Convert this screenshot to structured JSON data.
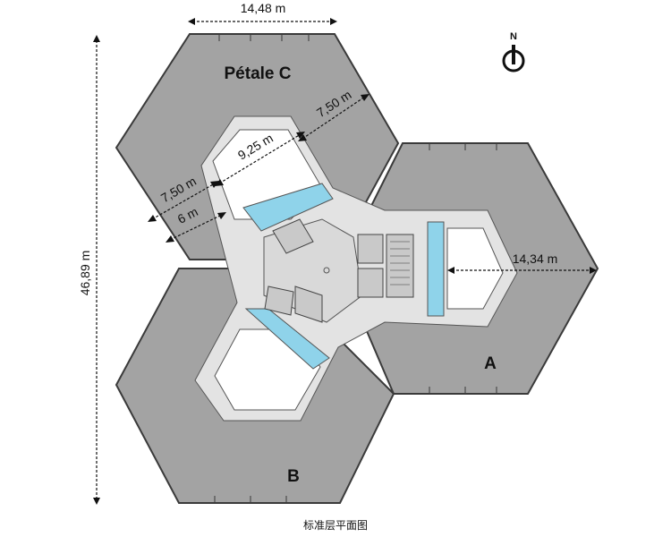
{
  "dimensions": {
    "width_top": "14,48 m",
    "height_left": "46,89 m",
    "petal_a_width": "14,34 m",
    "depth_outer": "7,50 m",
    "core_span": "9,25 m",
    "depth_inner": "7,50 m",
    "depth_core": "6 m"
  },
  "labels": {
    "petal_c": "Pétale C",
    "petal_a": "A",
    "petal_b": "B",
    "north": "N"
  },
  "caption": "标准层平面图",
  "colors": {
    "floor": "#a3a3a3",
    "corridor": "#e3e3e3",
    "courtyard": "#ffffff",
    "wet_area": "#8fd3ea",
    "core": "#c9c9c9",
    "outline": "#3a3a3a"
  }
}
